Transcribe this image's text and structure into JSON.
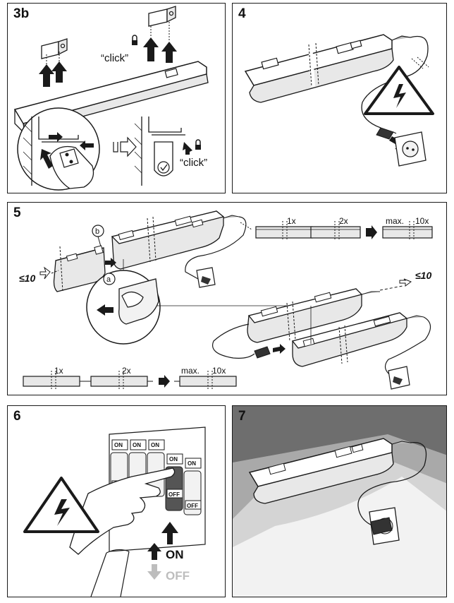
{
  "steps": [
    {
      "number": "3b",
      "click_a": "“click”",
      "click_b": "“click”"
    },
    {
      "number": "4"
    },
    {
      "number": "5",
      "marker_a": "a",
      "marker_b": "b",
      "limit_left": "≤10",
      "limit_right": "≤10",
      "series_top": {
        "first": "1x",
        "second": "2x",
        "max": "max.",
        "last": "10x"
      },
      "series_bottom": {
        "first": "1x",
        "second": "2x",
        "max": "max.",
        "last": "10x"
      }
    },
    {
      "number": "6",
      "switch_on": "ON",
      "switch_off": "OFF",
      "legend_on": "ON",
      "legend_off": "OFF"
    },
    {
      "number": "7"
    }
  ],
  "colors": {
    "line": "#1a1a1a",
    "fill": "#ffffff",
    "shade": "#d9d9d9",
    "dark": "#333333",
    "ceiling": "#6e6e6e",
    "muted": "#bdbdbd"
  }
}
